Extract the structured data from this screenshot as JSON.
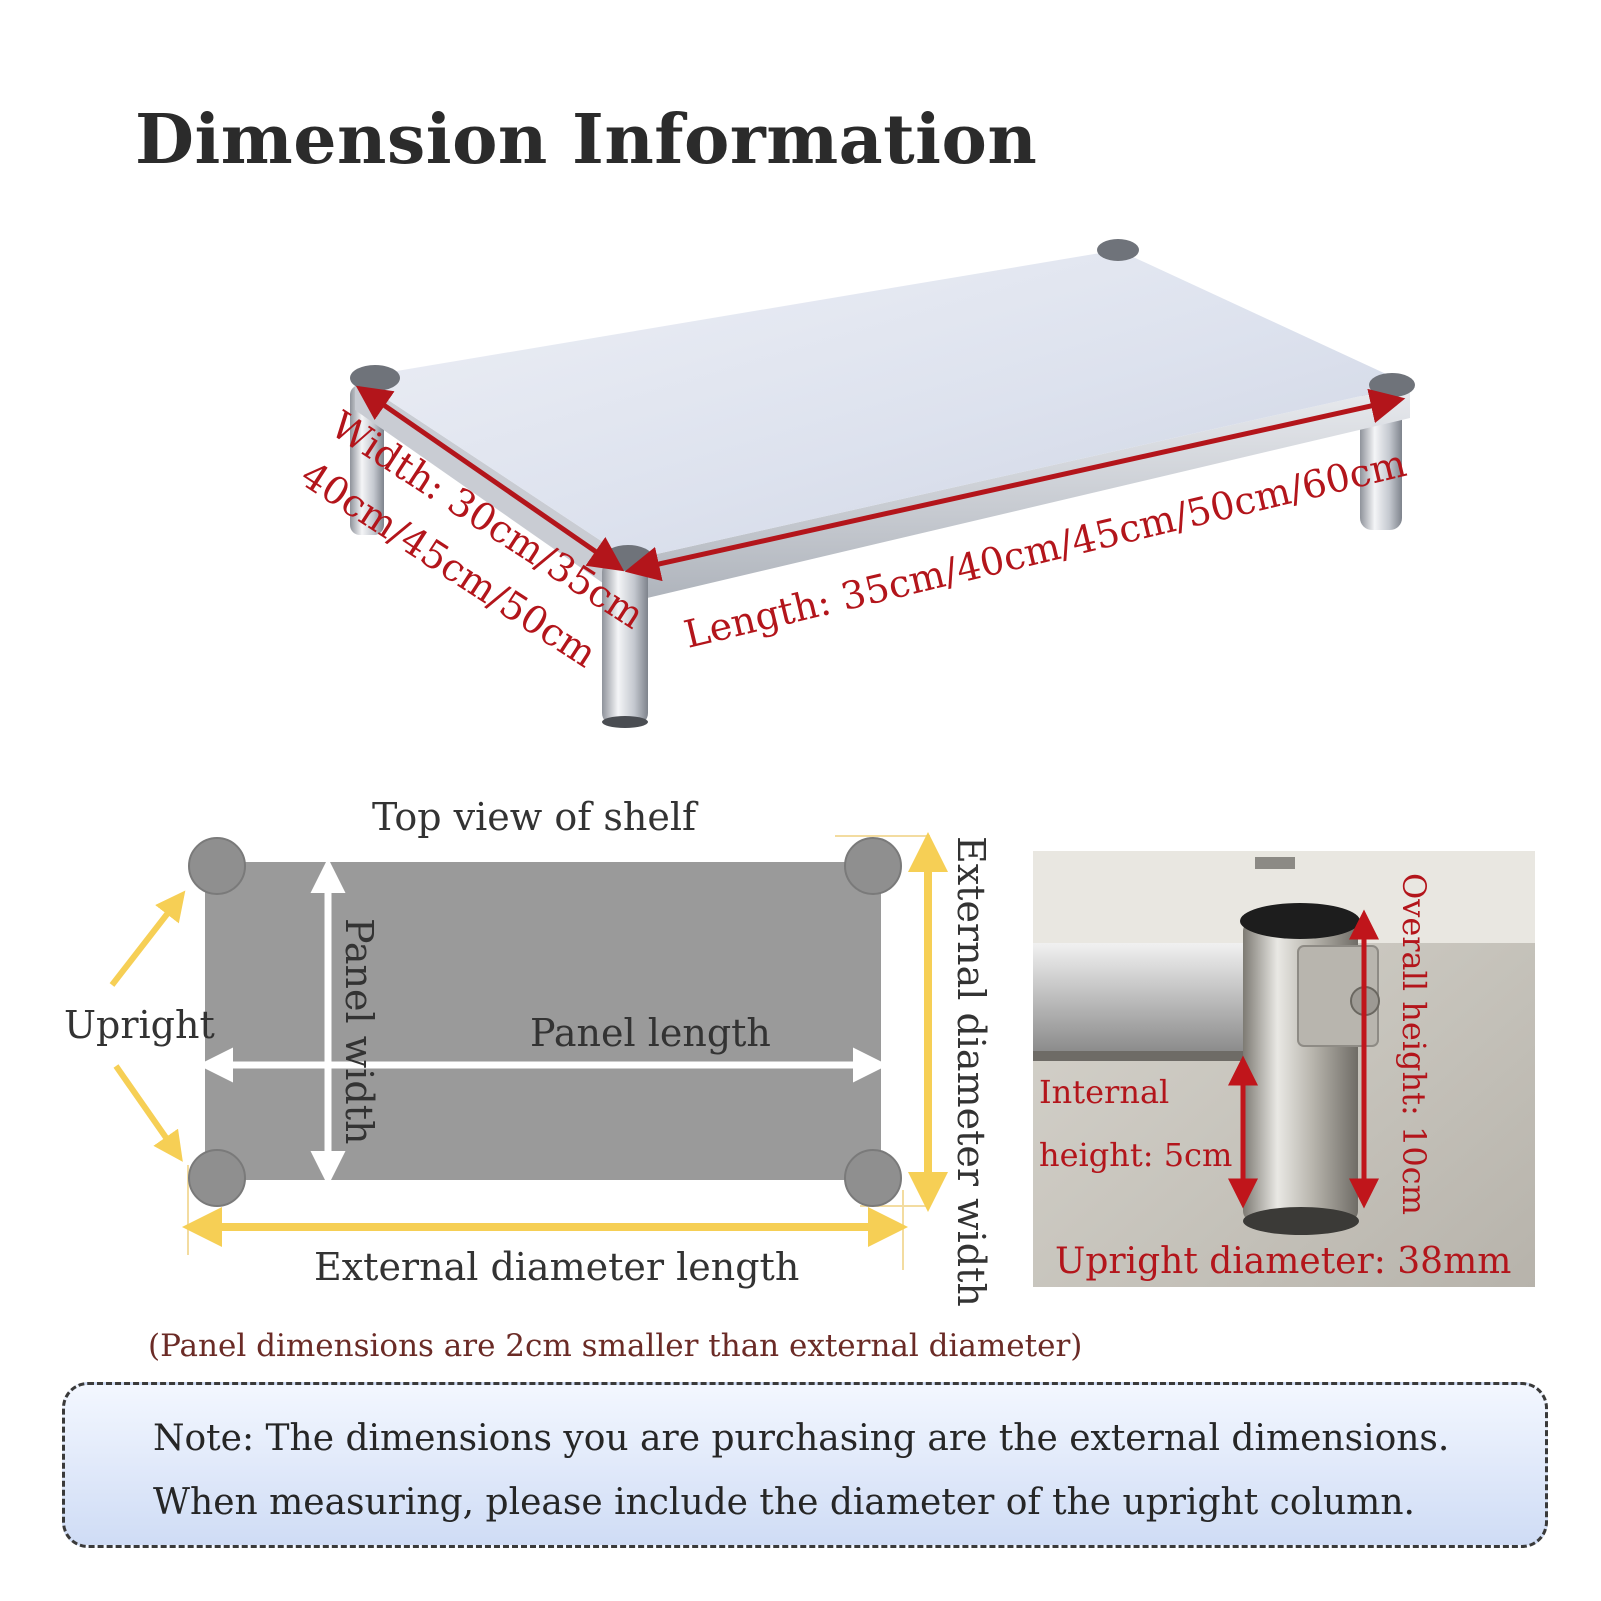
{
  "title": "Dimension Information",
  "product_view": {
    "width_label_line1": "Width: 30cm/35cm",
    "width_label_line2": "40cm/45cm/50cm",
    "length_label": "Length: 35cm/40cm/45cm/50cm/60cm"
  },
  "top_view": {
    "caption": "Top view of shelf",
    "upright_label": "Upright",
    "panel_width_label": "Panel width",
    "panel_length_label": "Panel length",
    "external_length_label": "External diameter length",
    "external_width_label": "External diameter width"
  },
  "photo": {
    "internal_line1": "Internal",
    "internal_line2": "height: 5cm",
    "overall_label": "Overall height: 10cm",
    "upright_diameter_label": "Upright diameter: 38mm"
  },
  "subtitle": "(Panel dimensions are 2cm smaller than external diameter)",
  "note": {
    "line1": "Note: The dimensions you are purchasing are the external dimensions.",
    "line2": "When measuring, please include the diameter of the upright column."
  },
  "colors": {
    "accent_red": "#b3151b",
    "arrow_yellow": "#f6cf55",
    "panel_gray": "#9a9a9a"
  }
}
